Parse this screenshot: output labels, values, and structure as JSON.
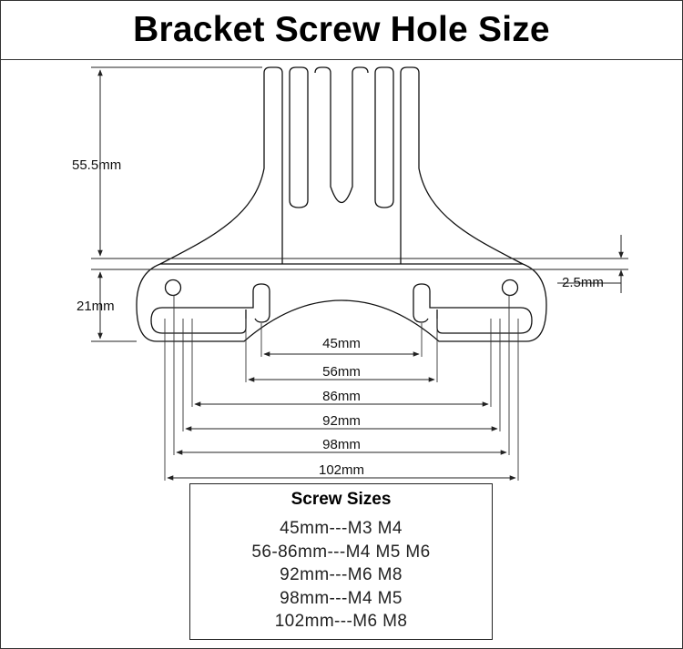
{
  "title": "Bracket Screw Hole Size",
  "dimensions": {
    "height_main": "55.5mm",
    "height_plate": "21mm",
    "thickness": "2.5mm",
    "widths": [
      "45mm",
      "56mm",
      "86mm",
      "92mm",
      "98mm",
      "102mm"
    ]
  },
  "screw_sizes": {
    "title": "Screw Sizes",
    "rows": [
      "45mm---M3 M4",
      "56-86mm---M4 M5 M6",
      "92mm---M6 M8",
      "98mm---M4 M5",
      "102mm---M6 M8"
    ]
  }
}
